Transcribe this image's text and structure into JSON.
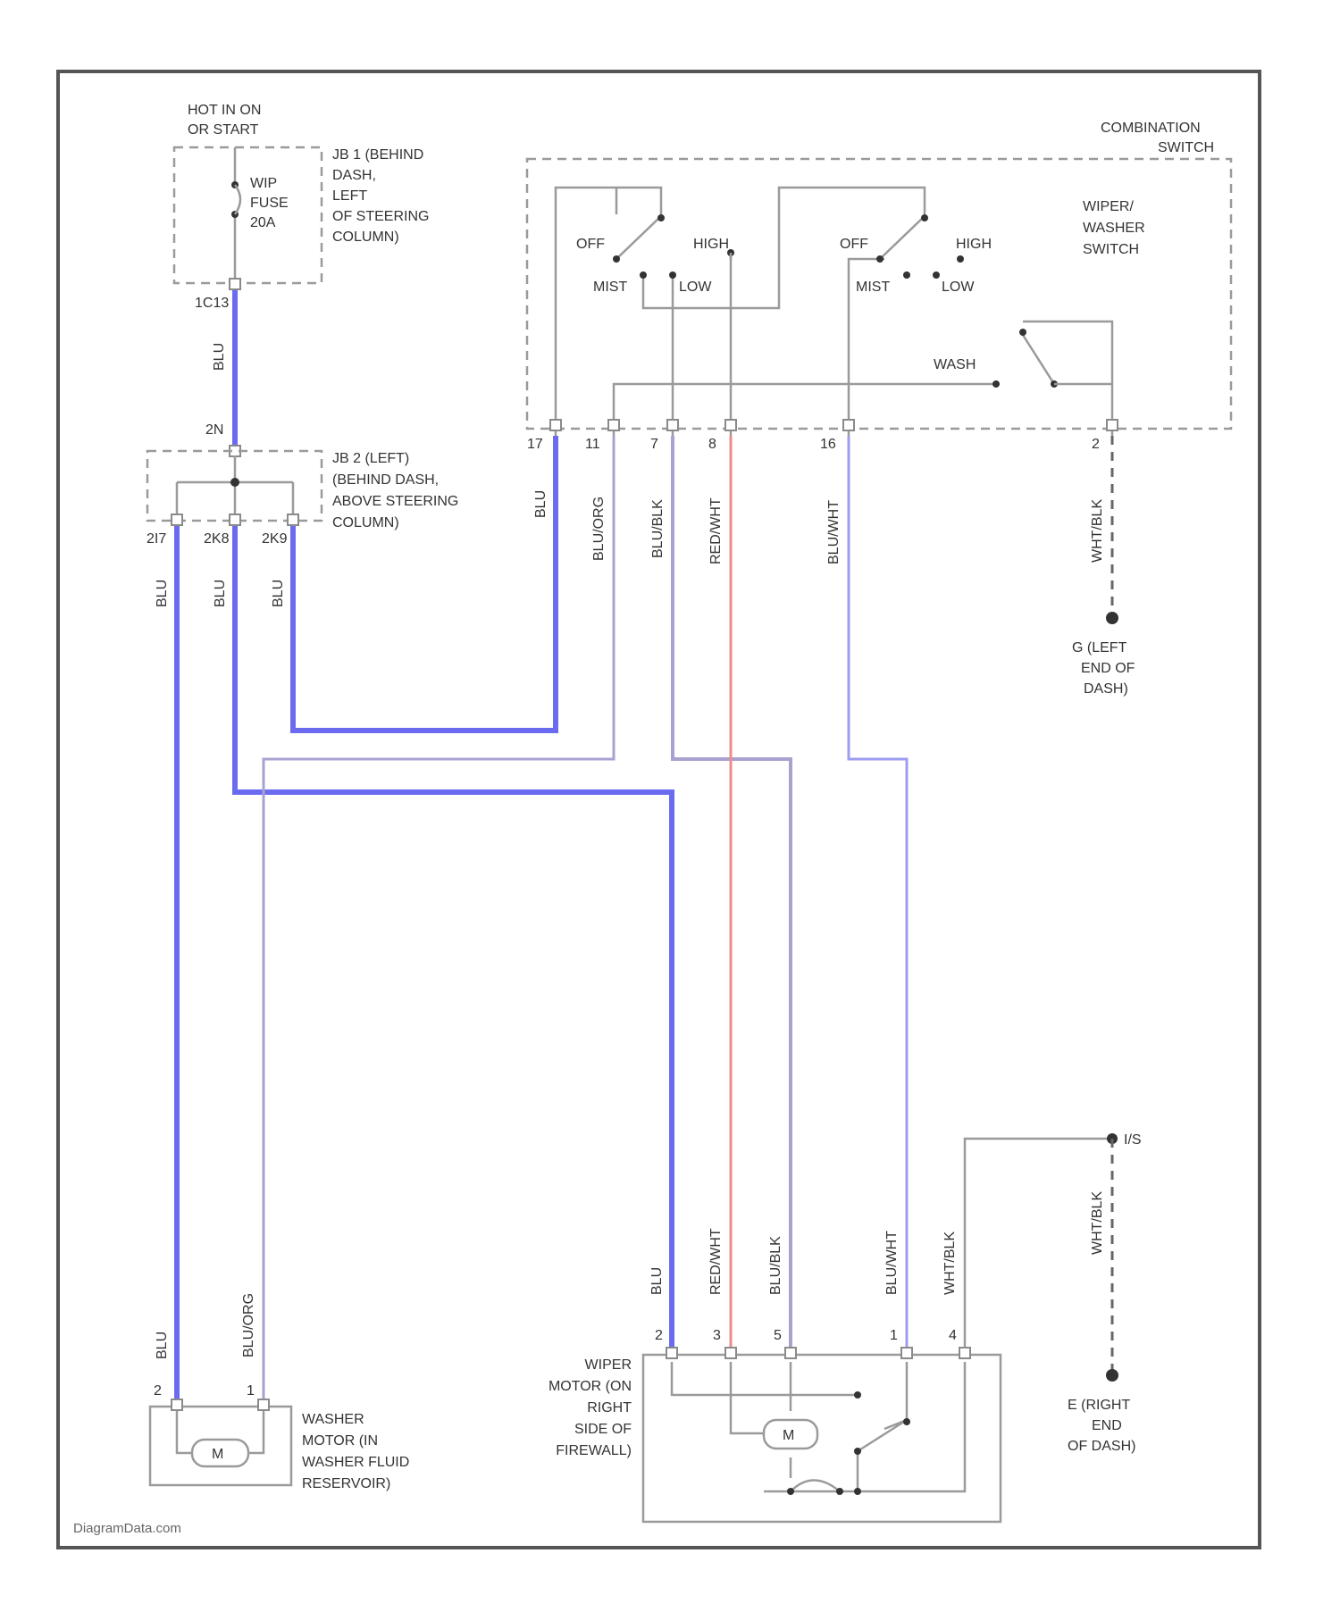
{
  "colors": {
    "blue_wire": "#6b6bf0",
    "light_blue_wire": "#9c9cf2",
    "violet_wire": "#a9a2d0",
    "gray_wire": "#9a9a9a",
    "red_wire": "#f08a8a"
  },
  "power": {
    "label_1": "HOT IN ON",
    "label_2": "OR START"
  },
  "jb1": {
    "fuse_1": "WIP",
    "fuse_2": "FUSE",
    "fuse_3": "20A",
    "lines": [
      "JB 1 (BEHIND",
      "DASH,",
      "LEFT",
      "OF STEERING",
      "COLUMN)"
    ],
    "pin": "1C13"
  },
  "jb2": {
    "top_pin": "2N",
    "lines": [
      "JB 2 (LEFT)",
      "(BEHIND DASH,",
      "ABOVE STEERING",
      "COLUMN)"
    ],
    "pins": [
      "2I7",
      "2K8",
      "2K9"
    ]
  },
  "combination_switch": {
    "title_1": "COMBINATION",
    "title_2": "SWITCH",
    "name_1": "WIPER/",
    "name_2": "WASHER",
    "name_3": "SWITCH",
    "left_switch": {
      "off": "OFF",
      "high": "HIGH",
      "mist": "MIST",
      "low": "LOW"
    },
    "right_switch": {
      "off": "OFF",
      "high": "HIGH",
      "mist": "MIST",
      "low": "LOW"
    },
    "wash": "WASH",
    "pins": [
      "17",
      "11",
      "7",
      "8",
      "16",
      "2"
    ]
  },
  "wires": {
    "fuse_out": "BLU",
    "jb2_a": "BLU",
    "jb2_b": "BLU",
    "jb2_c": "BLU",
    "sw_17": "BLU",
    "sw_11": "BLU/ORG",
    "sw_7": "BLU/BLK",
    "sw_8": "RED/WHT",
    "sw_16": "BLU/WHT",
    "sw_2": "WHT/BLK",
    "washer_1": "BLU",
    "washer_2": "BLU/ORG",
    "motor_2": "BLU",
    "motor_3": "RED/WHT",
    "motor_5": "BLU/BLK",
    "motor_1": "BLU/WHT",
    "motor_4": "WHT/BLK",
    "ground_e": "WHT/BLK"
  },
  "grounds": {
    "g1": [
      "G (LEFT",
      "END OF",
      "DASH)"
    ],
    "g2": [
      "E (RIGHT",
      "END",
      "OF DASH)"
    ],
    "splice": "I/S"
  },
  "washer_motor": {
    "lines": [
      "WASHER",
      "MOTOR (IN",
      "WASHER FLUID",
      "RESERVOIR)"
    ],
    "symbol": "M",
    "pins": [
      "2",
      "1"
    ]
  },
  "wiper_motor": {
    "lines": [
      "WIPER",
      "MOTOR (ON",
      "RIGHT",
      "SIDE OF",
      "FIREWALL)"
    ],
    "symbol": "M",
    "pins": [
      "2",
      "3",
      "5",
      "1",
      "4"
    ]
  },
  "watermark": "DiagramData.com"
}
